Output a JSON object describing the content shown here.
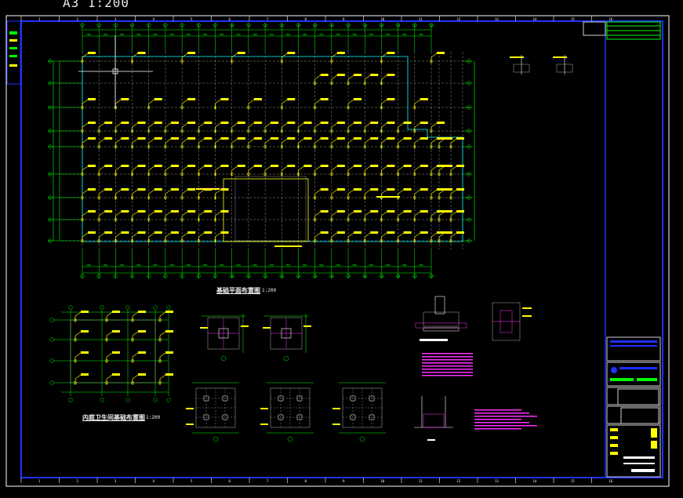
{
  "window": {
    "title": "A3  1:200"
  },
  "drawing": {
    "plan_title": "基础平面布置图",
    "plan_scale": "1:200",
    "detail_title": "内庭卫生间基础布置图",
    "detail_scale": "1:200"
  },
  "grid_labels": {
    "columns": [
      "1",
      "2",
      "3",
      "4",
      "5",
      "6",
      "7",
      "8",
      "9",
      "10",
      "11",
      "12",
      "13",
      "14",
      "15",
      "16",
      "17",
      "18",
      "19",
      "20",
      "21",
      "22",
      "23",
      "24"
    ],
    "rows": [
      "A",
      "B",
      "C",
      "D",
      "E",
      "F",
      "G",
      "H",
      "J",
      "K"
    ]
  },
  "sheet_ruler": [
    "1",
    "2",
    "3",
    "4",
    "5",
    "6",
    "7",
    "8",
    "9",
    "10",
    "11",
    "12",
    "13",
    "14",
    "15",
    "16"
  ],
  "colors": {
    "background": "#000000",
    "frame": "#2030ff",
    "grid": "#00ff00",
    "footing": "#ffff00",
    "annotation": "#ff30ff",
    "outline": "#00ffff",
    "dashed": "#b0b0b0"
  }
}
